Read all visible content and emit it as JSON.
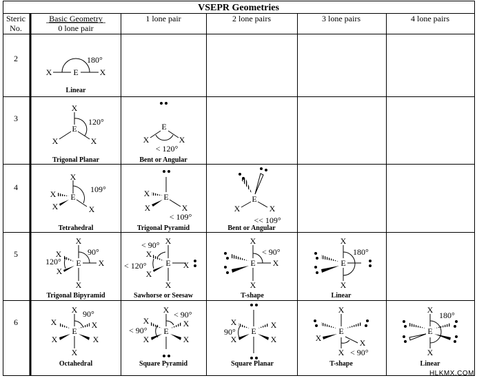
{
  "title": "VSEPR Geometries",
  "headers": {
    "steric_line1": "Steric",
    "steric_line2": "No.",
    "basic_line1": "Basic Geometry",
    "basic_line2": "0 lone pair",
    "lp1": "1 lone pair",
    "lp2": "2 lone pairs",
    "lp3": "3 lone pairs",
    "lp4": "4 lone pairs"
  },
  "rows": [
    {
      "steric": "2",
      "cells": [
        {
          "name": "Linear",
          "angle": "180°"
        }
      ]
    },
    {
      "steric": "3",
      "cells": [
        {
          "name": "Trigonal Planar",
          "angle": "120°"
        },
        {
          "name": "Bent or Angular",
          "angle": "< 120°"
        }
      ]
    },
    {
      "steric": "4",
      "cells": [
        {
          "name": "Tetrahedral",
          "angle": "109°"
        },
        {
          "name": "Trigonal Pyramid",
          "angle": "< 109°"
        },
        {
          "name": "Bent or Angular",
          "angle": "<< 109°"
        }
      ]
    },
    {
      "steric": "5",
      "cells": [
        {
          "name": "Trigonal Bipyramid",
          "angle1": "90°",
          "angle2": "120°"
        },
        {
          "name": "Sawhorse or Seesaw",
          "angle1": "< 90°",
          "angle2": "< 120°"
        },
        {
          "name": "T-shape",
          "angle": "< 90°"
        },
        {
          "name": "Linear",
          "angle": "180°"
        }
      ]
    },
    {
      "steric": "6",
      "cells": [
        {
          "name": "Octahedral",
          "angle": "90°"
        },
        {
          "name": "Square Pyramid",
          "angle1": "< 90°",
          "angle2": "< 90°"
        },
        {
          "name": "Square Planar",
          "angle": "90°"
        },
        {
          "name": "T-shape",
          "angle": "< 90°"
        },
        {
          "name": "Linear",
          "angle": "180°"
        }
      ]
    }
  ],
  "atom_labels": {
    "central": "E",
    "ligand": "X"
  },
  "watermark": "HLKMX.COM"
}
